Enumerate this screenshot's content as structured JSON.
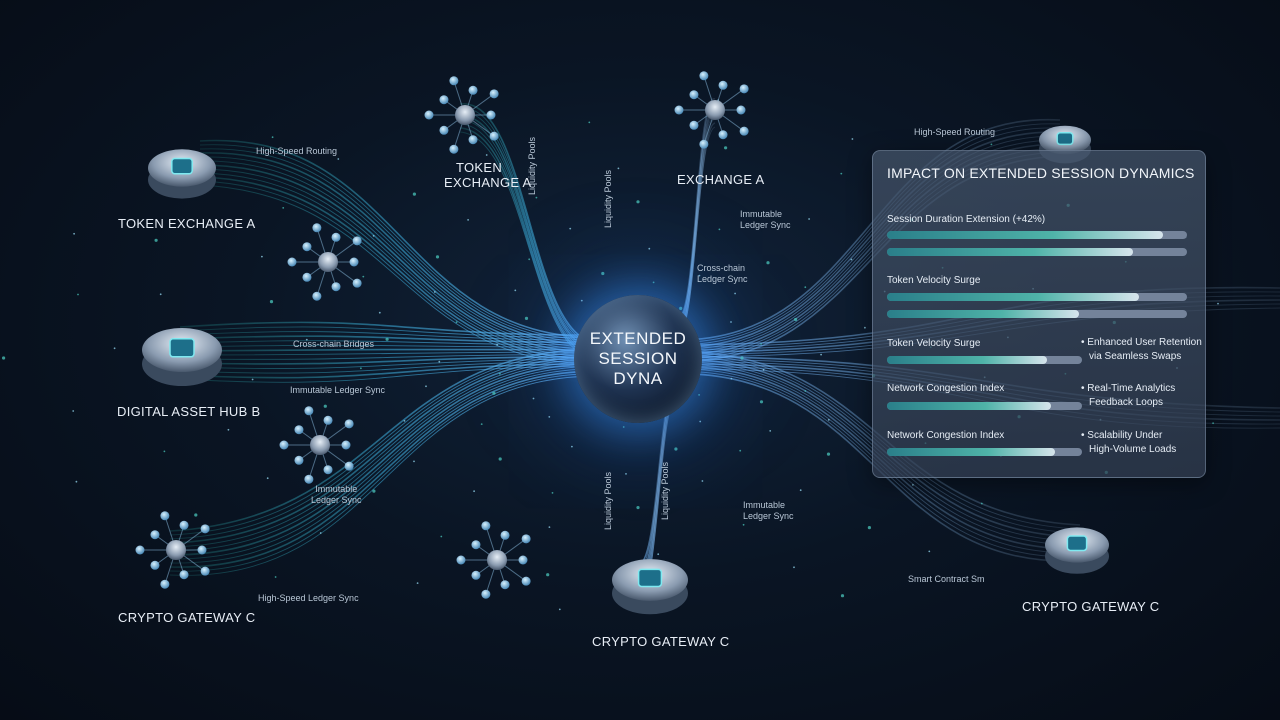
{
  "core": {
    "line1": "EXTENDED",
    "line2": "SESSION",
    "line3": "DYNA"
  },
  "nodes": {
    "token_exchange_left": "TOKEN EXCHANGE A",
    "token_exchange_top_l1": "TOKEN",
    "token_exchange_top_l2": "EXCHANGE A",
    "exchange_top_right": "EXCHANGE A",
    "digital_asset_hub": "DIGITAL ASSET HUB B",
    "crypto_gateway_left": "CRYPTO GATEWAY C",
    "crypto_gateway_center": "CRYPTO GATEWAY C",
    "crypto_gateway_right": "CRYPTO GATEWAY C"
  },
  "connectors": {
    "high_speed_routing_left": "High-Speed Routing",
    "high_speed_routing_right": "High-Speed Routing",
    "liquidity_pools_top": "Liquidity Pools",
    "immutable_ledger_top_l1": "Immutable",
    "immutable_ledger_top_l2": "Ledger Sync",
    "cross_chain_ledger_l1": "Cross-chain",
    "cross_chain_ledger_l2": "Ledger Sync",
    "cross_chain_bridges": "Cross-chain Bridges",
    "immutable_ledger_mid": "Immutable Ledger Sync",
    "immutable_ledger_low_l1": "Immutable",
    "immutable_ledger_low_l2": "Ledger Sync",
    "liquidity_pools_bottom_a": "Liquidity Pools",
    "liquidity_pools_bottom_b": "Liquidity Pools",
    "immutable_ledger_bottom_l1": "Immutable",
    "immutable_ledger_bottom_l2": "Ledger Sync",
    "high_speed_ledger": "High-Speed Ledger Sync",
    "smart_contract": "Smart Contract Sm"
  },
  "panel": {
    "title": "IMPACT ON EXTENDED SESSION DYNAMICS",
    "metrics": [
      {
        "label": "Session Duration Extension (+42%)",
        "bar1": 0.92,
        "bar2": 0.82
      },
      {
        "label": "Token Velocity Surge",
        "bar1": 0.84,
        "bar2": 0.64
      },
      {
        "label": "Token Velocity Surge",
        "bar1": 0.82
      },
      {
        "label": "Network Congestion Index",
        "bar1": 0.84
      },
      {
        "label": "Network Congestion Index",
        "bar1": 0.86
      }
    ],
    "bullets": [
      {
        "l1": "• Enhanced User Retention",
        "l2": "via Seamless Swaps"
      },
      {
        "l1": "• Real-Time Analytics",
        "l2": "Feedback Loops"
      },
      {
        "l1": "• Scalability Under",
        "l2": "High-Volume Loads"
      }
    ]
  },
  "colors": {
    "accent": "#4fd1c5",
    "glow": "#3c96ff",
    "background": "#0a1524"
  }
}
